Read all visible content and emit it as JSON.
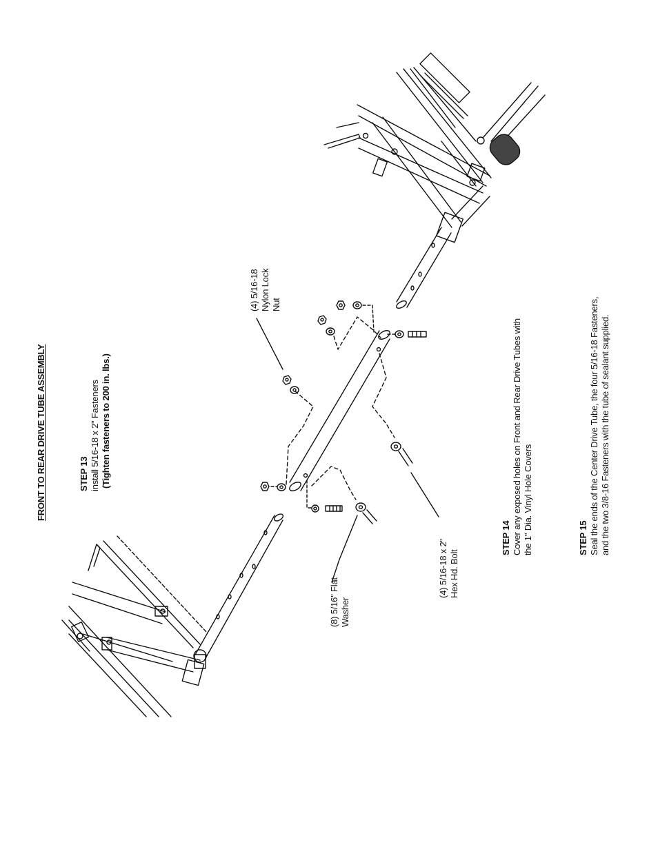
{
  "title": "FRONT TO REAR DRIVE TUBE ASSEMBLY",
  "step13": {
    "heading": "STEP 13",
    "line1": "install 5/16-18 x 2\" Fasteners",
    "line2": "(Tighten fasteners to 200 in. lbs.)"
  },
  "step14": {
    "heading": "STEP 14",
    "line1": "Cover any exposed holes on Front and Rear Drive Tubes with",
    "line2": "the 1\" Dia. Vinyl Hole Covers"
  },
  "step15": {
    "heading": "STEP 15",
    "line1": "Seal the ends of the Center Drive Tube, the four 5/16-18 Fasteners,",
    "line2": "and the two 3/8-16 Fasteners with the tube of sealant supplied."
  },
  "callouts": {
    "nut": {
      "line1": "(4) 5/16-18",
      "line2": "Nylon Lock",
      "line3": "Nut"
    },
    "bolt": {
      "line1": "(4) 5/16-18 x 2\"",
      "line2": "Hex Hd. Bolt"
    },
    "washer": {
      "line1": "(8) 5/16\" Flat",
      "line2": "Washer"
    }
  },
  "colors": {
    "ink": "#111111",
    "paper": "#ffffff",
    "shade": "#555555"
  }
}
